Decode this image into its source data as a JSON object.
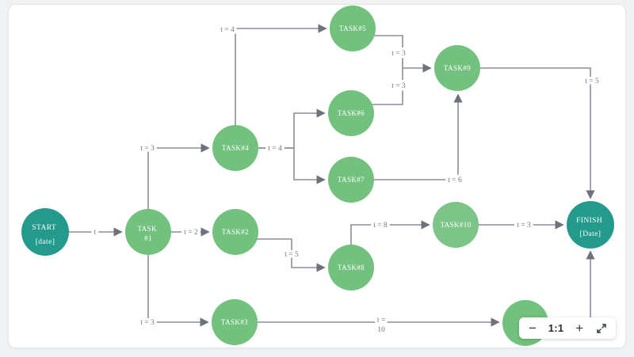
{
  "colors": {
    "terminal_node": "#239a8c",
    "task_node": "#72c17e",
    "edge_line": "#8a8f97",
    "edge_label_text": "#6f7582",
    "control_text": "#2e3542",
    "card_background": "#ffffff",
    "page_background": "#eff1f3"
  },
  "diagram": {
    "nodes": {
      "start": {
        "line1": "START",
        "line2": "[date]"
      },
      "task1": {
        "line1": "TASK",
        "line2": "#1"
      },
      "task2": {
        "label": "TASK#2"
      },
      "task3": {
        "label": "TASK#3"
      },
      "task4": {
        "label": "TASK#4"
      },
      "task5": {
        "label": "TASK#5"
      },
      "task6": {
        "label": "TASK#6"
      },
      "task7": {
        "label": "TASK#7"
      },
      "task8": {
        "label": "TASK#8"
      },
      "task9": {
        "label": "TASK#9"
      },
      "task10": {
        "label": "TASK#10"
      },
      "finish": {
        "line1": "FINISH",
        "line2": "[Date]"
      }
    },
    "edge_labels": {
      "start_task1": "t",
      "task1_task2": "t = 2",
      "task1_task4": "t = 3",
      "task1_task3": "t = 3",
      "task4_task5": "t = 4",
      "task4_split": "t = 4",
      "task5_task9": "t = 3",
      "task6_task9": "t = 3",
      "task7_task9": "t = 6",
      "task2_task8": "t = 5",
      "task8_task10": "t = 8",
      "task10_finish": "t = 3",
      "task9_finish": "t = 5",
      "task3_next_line1": "t =",
      "task3_next_line2": "10"
    }
  },
  "zoom_control": {
    "zoom_out_label": "−",
    "zoom_level": "1:1",
    "zoom_in_label": "+"
  }
}
